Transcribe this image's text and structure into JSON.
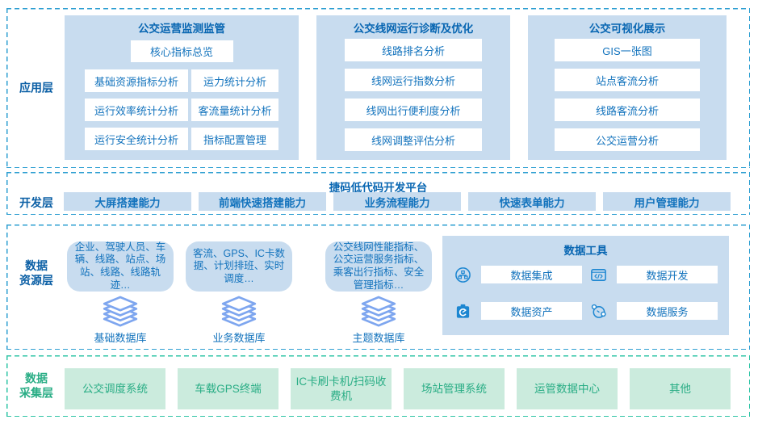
{
  "app_layer": {
    "label": "应用层",
    "panels": [
      {
        "title": "公交运营监测监管",
        "featured": "核心指标总览",
        "items": [
          "基础资源指标分析",
          "运力统计分析",
          "运行效率统计分析",
          "客流量统计分析",
          "运行安全统计分析",
          "指标配置管理"
        ]
      },
      {
        "title": "公交线网运行诊断及优化",
        "items": [
          "线路排名分析",
          "线网运行指数分析",
          "线网出行便利度分析",
          "线网调整评估分析"
        ]
      },
      {
        "title": "公交可视化展示",
        "items": [
          "GIS一张图",
          "站点客流分析",
          "线路客流分析",
          "公交运营分析"
        ]
      }
    ]
  },
  "dev_layer": {
    "label": "开发层",
    "title": "捷码低代码开发平台",
    "items": [
      "大屏搭建能力",
      "前端快速搭建能力",
      "业务流程能力",
      "快速表单能力",
      "用户管理能力"
    ]
  },
  "data_layer": {
    "label_line1": "数据",
    "label_line2": "资源层",
    "databases": [
      {
        "sources": "企业、驾驶人员、车辆、线路、站点、场站、线路、线路轨迹…",
        "name": "基础数据库"
      },
      {
        "sources": "客流、GPS、IC卡数据、计划排班、实时调度…",
        "name": "业务数据库"
      },
      {
        "sources": "公交线网性能指标、公交运营服务指标、乘客出行指标、安全管理指标…",
        "name": "主题数据库"
      }
    ],
    "tools": {
      "title": "数据工具",
      "items": [
        {
          "icon": "data-integration-icon",
          "label": "数据集成"
        },
        {
          "icon": "data-development-icon",
          "label": "数据开发"
        },
        {
          "icon": "data-asset-icon",
          "label": "数据资产"
        },
        {
          "icon": "data-service-icon",
          "label": "数据服务"
        }
      ]
    }
  },
  "collect_layer": {
    "label_line1": "数据",
    "label_line2": "采集层",
    "items": [
      "公交调度系统",
      "车载GPS终端",
      "IC卡刷卡机/扫码收费机",
      "场站管理系统",
      "运管数据中心",
      "其他"
    ]
  },
  "colors": {
    "dash_blue": "#2E9FD2",
    "panel_blue": "#C8DCEF",
    "item_text_blue": "#1373BD",
    "title_blue": "#0866B2",
    "layer_label_blue": "#0B5FA5",
    "stack_icon_blue": "#7EA6EF",
    "tool_icon_blue": "#1C86D1",
    "dash_green": "#2EC4A5",
    "collect_bg_green": "#CBEBDD",
    "collect_text_green": "#29AD85"
  }
}
